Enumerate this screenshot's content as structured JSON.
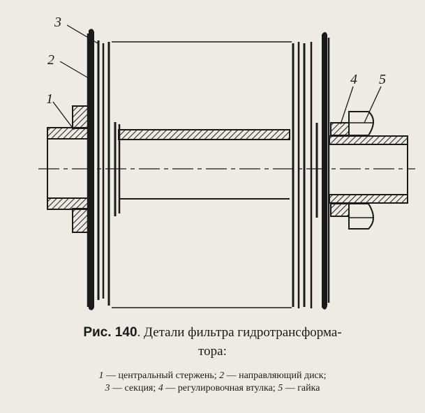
{
  "callouts": [
    {
      "id": "1",
      "text": "1"
    },
    {
      "id": "2",
      "text": "2"
    },
    {
      "id": "3",
      "text": "3"
    },
    {
      "id": "4",
      "text": "4"
    },
    {
      "id": "5",
      "text": "5"
    }
  ],
  "caption": {
    "figure_label": "Рис. 140",
    "title_part1": ". Детали фильтра гидротрансформа-",
    "title_part2": "тора:",
    "legend": [
      {
        "num": "1",
        "text": " — центральный стержень; "
      },
      {
        "num": "2",
        "text": " — направляющий диск;"
      },
      {
        "num": "3",
        "text": " — секция; "
      },
      {
        "num": "4",
        "text": " — регулировочная втулка; "
      },
      {
        "num": "5",
        "text": " — гайка"
      }
    ]
  },
  "colors": {
    "ink": "#1a1a1a",
    "hatch": "#2a2a2a",
    "paper": "#eeeae4"
  }
}
